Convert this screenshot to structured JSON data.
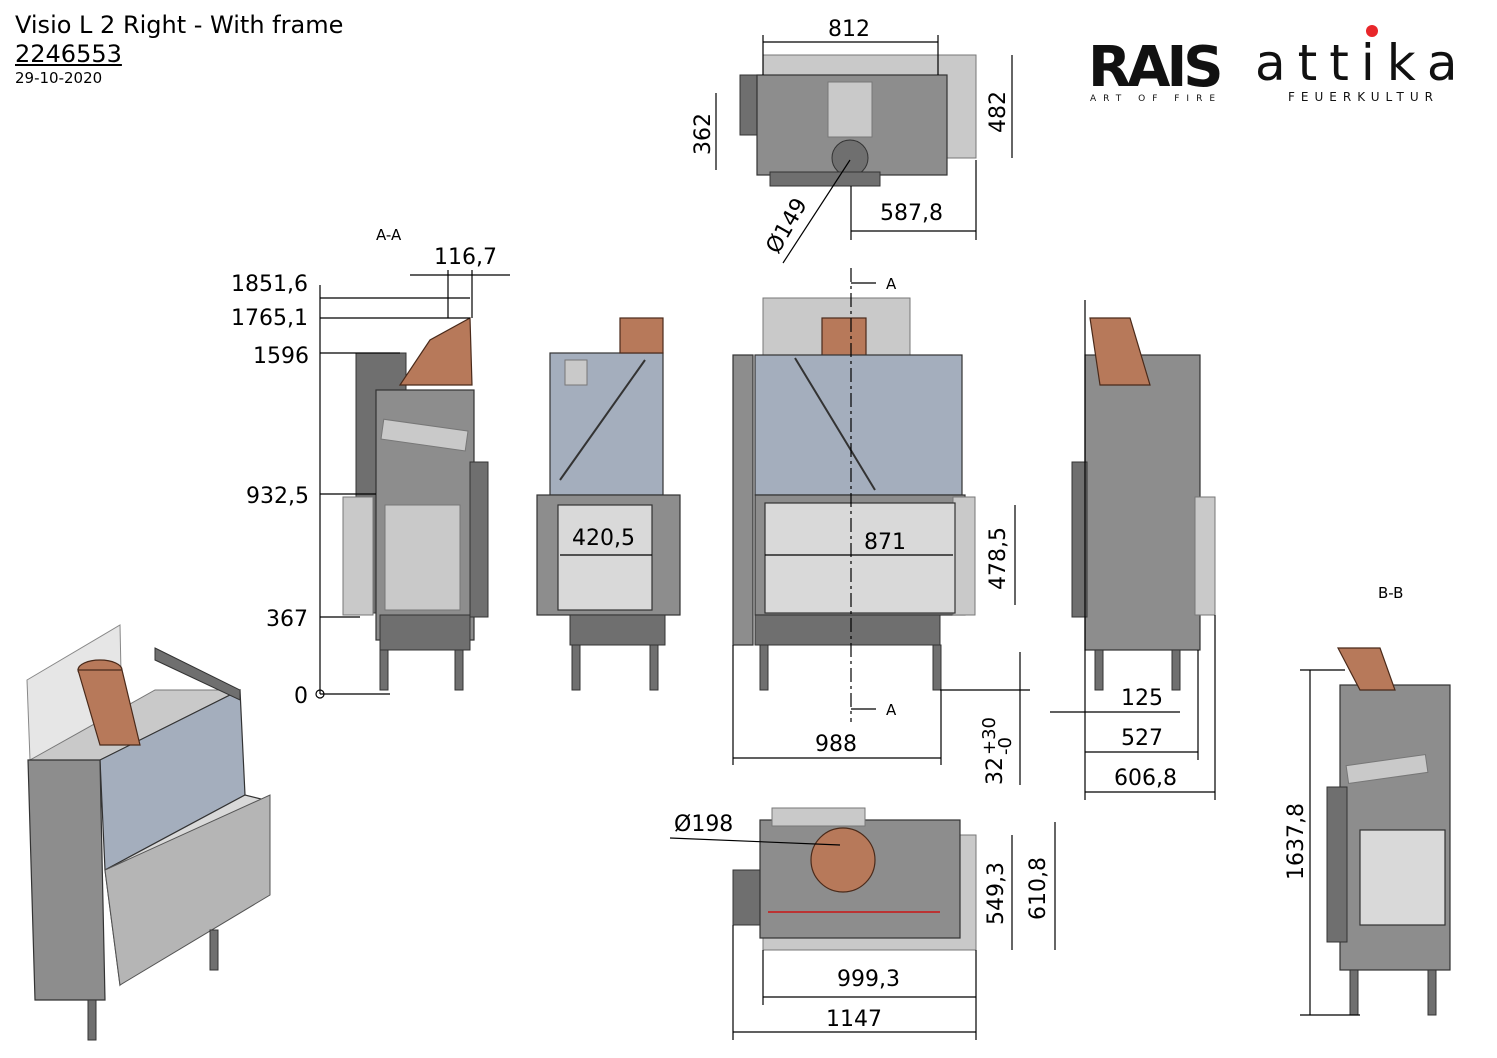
{
  "header": {
    "title": "Visio L 2 Right - With frame",
    "number": "2246553",
    "date": "29-10-2020"
  },
  "logo": {
    "brand1": "RAIS",
    "tagline1": "ART OF FIRE",
    "brand2": "attika",
    "tagline2": "FEUERKULTUR",
    "accent": "#e8262a"
  },
  "top_view": {
    "width": "812",
    "depth": "482",
    "side": "362",
    "offset": "587,8",
    "flue_diameter": "Ø149"
  },
  "section_aa": {
    "title": "A-A",
    "offset": "116,7",
    "heights": [
      "1851,6",
      "1765,1",
      "1596",
      "932,5",
      "367",
      "0"
    ]
  },
  "front_view": {
    "window_width_left": "420,5",
    "window_width": "871",
    "window_height": "478,5",
    "width": "988",
    "section_mark": "A",
    "leg_tolerance": "+30\n-0",
    "leg_height": "32"
  },
  "side_view": {
    "d1": "125",
    "d2": "527",
    "d3": "606,8"
  },
  "bottom_view": {
    "flue_diameter": "Ø198",
    "depth1": "549,3",
    "depth2": "610,8",
    "width1": "999,3",
    "width2": "1147"
  },
  "section_bb": {
    "title": "B-B",
    "height": "1637,8"
  }
}
